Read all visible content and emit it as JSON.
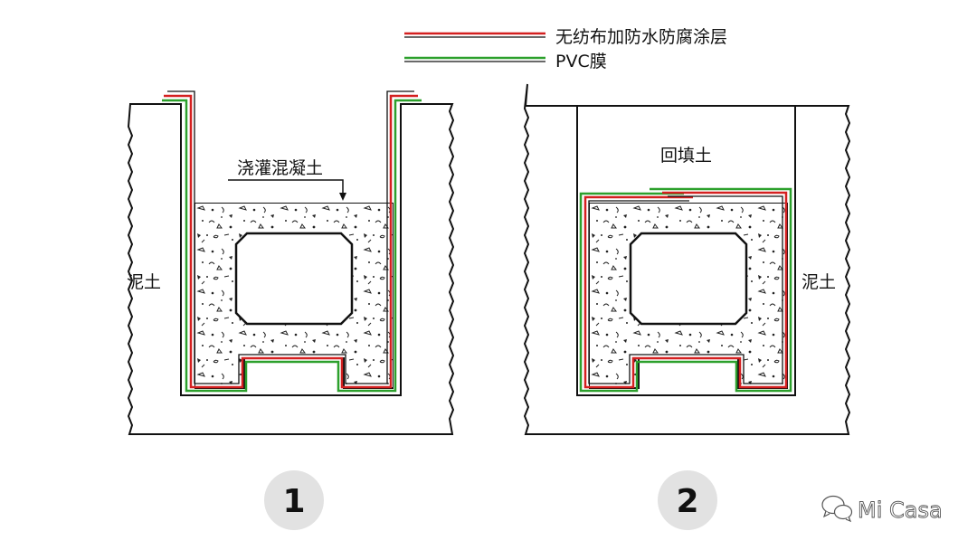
{
  "legend": {
    "items": [
      {
        "label": "无纺布加防水防腐涂层",
        "color": "#d42020"
      },
      {
        "label": "PVC膜",
        "color": "#2ca02c"
      }
    ]
  },
  "diagram1": {
    "pour_label": "浇灌混凝土",
    "soil_label": "泥土",
    "number": "1"
  },
  "diagram2": {
    "backfill_label": "回填土",
    "soil_label": "泥土",
    "number": "2"
  },
  "watermark": {
    "text": "Mi Casa",
    "icon": "wechat-icon"
  },
  "colors": {
    "membrane": "#d42020",
    "pvc": "#2ca02c",
    "outline": "#111111",
    "badge_bg": "#e2e2e2"
  }
}
